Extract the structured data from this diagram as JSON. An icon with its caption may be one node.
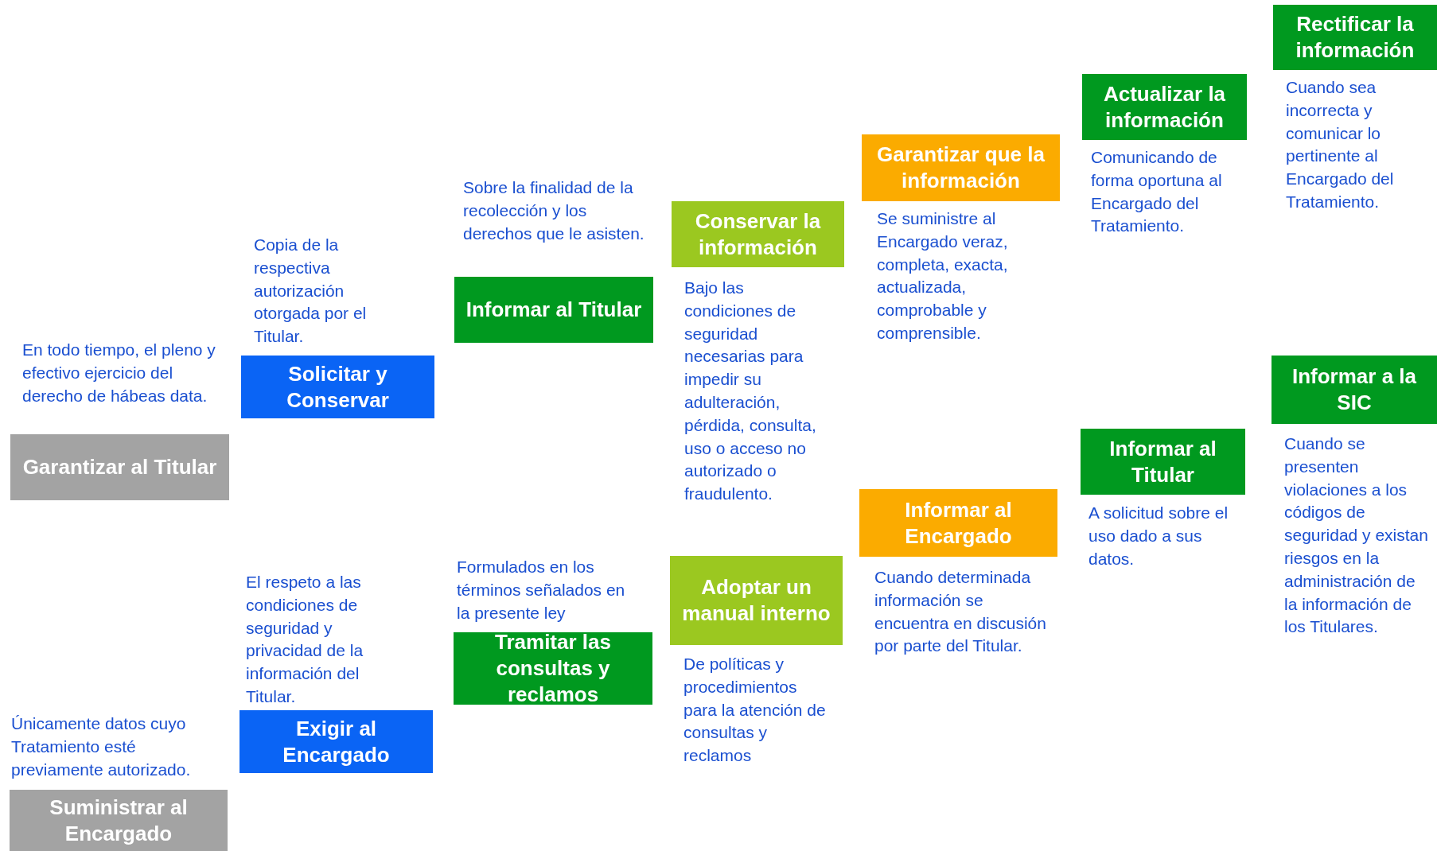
{
  "diagram": {
    "nodes": [
      {
        "text": [
          "Garantizar al Titular"
        ],
        "beside": [
          "En todo tiempo, el pleno y efectivo ejercicio del derecho de hábeas data."
        ]
      },
      {
        "text": [
          "Suministrar al Encargado"
        ],
        "beside": [
          "Únicamente datos cuyo Tratamiento esté previamente autorizado."
        ]
      },
      {
        "text": [
          "Solicitar y Conservar"
        ],
        "beside": [
          "Copia de la respectiva autorización otorgada por el Titular."
        ]
      },
      {
        "text": [
          "Exigir al Encargado"
        ],
        "beside": [
          "El respeto a las condiciones de seguridad y privacidad de la información del Titular."
        ]
      },
      {
        "text": [
          "Informar al Titular"
        ],
        "beside": [
          "Sobre la finalidad de la recolección y los derechos que le asisten."
        ]
      },
      {
        "text": [
          "Tramitar las consultas y reclamos"
        ],
        "beside": [
          "Formulados en los términos señalados en la presente ley"
        ]
      },
      {
        "text": [
          "Conservar la información"
        ],
        "beside": [
          "Bajo las condiciones de seguridad necesarias para impedir su adulteración, pérdida, consulta, uso o acceso no autorizado o fraudulento."
        ]
      },
      {
        "text": [
          "Adoptar un manual interno"
        ],
        "beside": [
          "De políticas y procedimientos para la atención de consultas y reclamos"
        ]
      },
      {
        "text": [
          "Garantizar que la información"
        ],
        "beside": [
          "Se suministre al Encargado veraz, completa, exacta, actualizada, comprobable y comprensible."
        ]
      },
      {
        "text": [
          "Informar al Encargado"
        ],
        "beside": [
          "Cuando determinada información se encuentra en discusión por parte del Titular."
        ]
      },
      {
        "text": [
          "Actualizar la información"
        ],
        "beside": [
          "Comunicando de forma oportuna al Encargado del Tratamiento."
        ]
      },
      {
        "text": [
          "Informar al Titular"
        ],
        "beside": [
          "A solicitud sobre el uso dado a sus datos."
        ]
      },
      {
        "text": [
          "Rectificar la información"
        ],
        "beside": [
          "Cuando sea incorrecta y comunicar lo pertinente al Encargado del Tratamiento."
        ]
      },
      {
        "text": [
          "Informar a la SIC"
        ],
        "beside": [
          "Cuando se presenten violaciones a los códigos de seguridad y existan riesgos en la administración de la información de los Titulares."
        ]
      }
    ]
  }
}
